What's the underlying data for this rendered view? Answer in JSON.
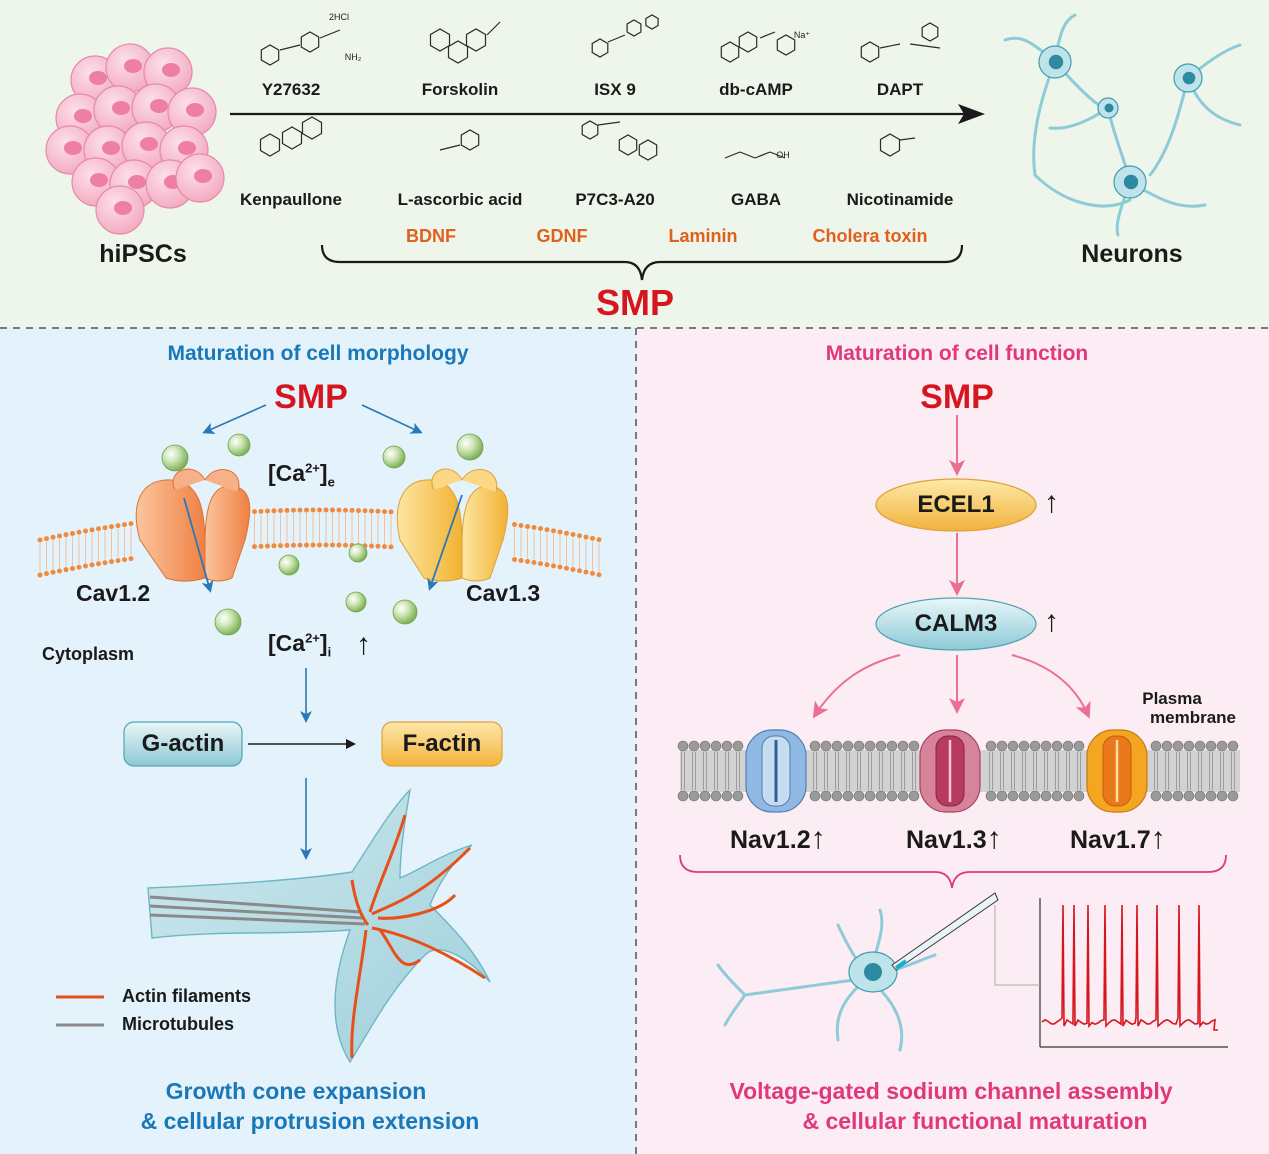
{
  "top_panel": {
    "source_label": "hiPSCs",
    "target_label": "Neurons",
    "small_molecules_row1": [
      "Y27632",
      "Forskolin",
      "ISX 9",
      "db-cAMP",
      "DAPT"
    ],
    "small_molecules_row2": [
      "Kenpaullone",
      "L-ascorbic acid",
      "P7C3-A20",
      "GABA",
      "Nicotinamide"
    ],
    "growth_factors": [
      "BDNF",
      "GDNF",
      "Laminin",
      "Cholera toxin"
    ],
    "structure_texts": {
      "hcl": "2HCl",
      "nh2": "NH₂",
      "na": "Na⁺",
      "oh": "OH"
    },
    "combined_label": "SMP"
  },
  "left_panel": {
    "title": "Maturation of cell morphology",
    "smp_label": "SMP",
    "ca_extra_base": "[Ca",
    "ca_extra_sup": "2+",
    "ca_extra_close": "]",
    "ca_extra_sub": "e",
    "ca_intra_base": "[Ca",
    "ca_intra_sup": "2+",
    "ca_intra_close": "]",
    "ca_intra_sub": "i",
    "up_arrow": "↑",
    "channel_left": "Cav1.2",
    "channel_right": "Cav1.3",
    "cytoplasm_label": "Cytoplasm",
    "g_actin": "G-actin",
    "f_actin": "F-actin",
    "legend": [
      {
        "label": "Actin filaments",
        "color": "#e8501a"
      },
      {
        "label": "Microtubules",
        "color": "#8a8a8a"
      }
    ],
    "caption_line1": "Growth cone expansion",
    "caption_line2": "& cellular protrusion extension"
  },
  "right_panel": {
    "title": "Maturation of cell function",
    "smp_label": "SMP",
    "ecel1": "ECEL1",
    "calm3": "CALM3",
    "up_arrow": "↑",
    "membrane_label_line1": "Plasma",
    "membrane_label_line2": "membrane",
    "nav_channels": [
      "Nav1.2",
      "Nav1.3",
      "Nav1.7"
    ],
    "caption_line1": "Voltage-gated sodium channel assembly",
    "caption_line2": "& cellular functional maturation"
  },
  "colors": {
    "top_bg": "#eef5ea",
    "left_bg": "#e4f3fb",
    "right_bg": "#fcecf3",
    "smp_red": "#d6161e",
    "factor_orange": "#e0601e",
    "title_blue": "#1a77b8",
    "title_pink": "#e0387d",
    "ca_green": "#a9cf8a",
    "cav12_orange": "#f39a64",
    "cav13_yellow": "#f6c453",
    "nav12_blue": "#8fb8e2",
    "nav13_rose": "#cf6a84",
    "nav17_orange": "#f4a623",
    "spike_red": "#d6161e"
  }
}
